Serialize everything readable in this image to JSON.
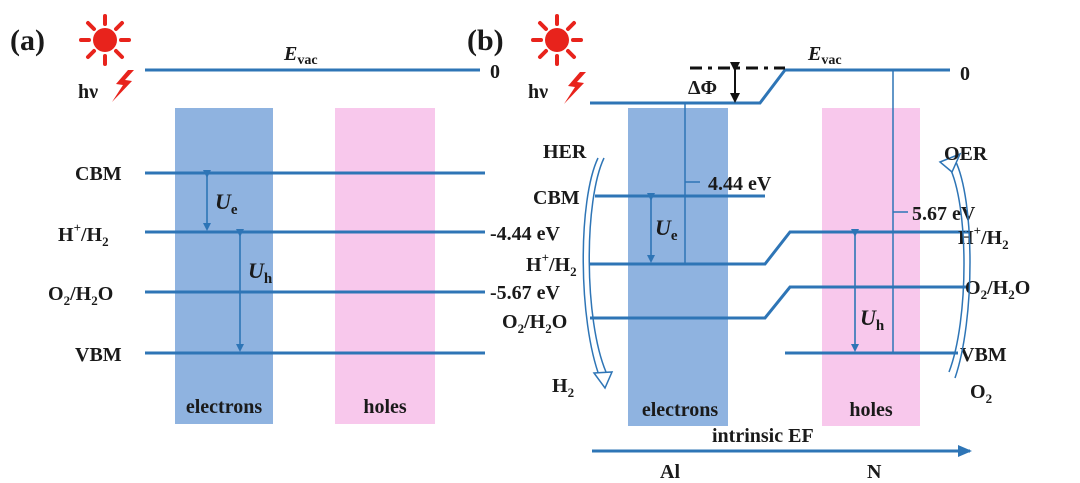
{
  "colors": {
    "line": "#2e75b6",
    "electron_band": "#8fb3e0",
    "hole_band": "#f8c8ec",
    "sun": "#e8231c",
    "text": "#1a1a1a"
  },
  "panel_a": {
    "label": "(a)",
    "hv": "hν",
    "evac_main": "E",
    "evac_sub": "vac",
    "zero": "0",
    "levels": {
      "cbm": "CBM",
      "h_plus": "H",
      "plus": "+",
      "slash_h": "/H",
      "two": "2",
      "o": "O",
      "slash_h2o_a": "/H",
      "h2o_o": "O",
      "vbm": "VBM"
    },
    "energies": {
      "e1": "-4.44 eV",
      "e2": "-5.67 eV"
    },
    "ue_main": "U",
    "ue_sub": "e",
    "uh_main": "U",
    "uh_sub": "h",
    "band_electrons": "electrons",
    "band_holes": "holes"
  },
  "panel_b": {
    "label": "(b)",
    "hv": "hν",
    "delta_phi": "ΔΦ",
    "evac_main": "E",
    "evac_sub": "vac",
    "zero": "0",
    "her": "HER",
    "oer": "OER",
    "h2_main": "H",
    "h2_sub": "2",
    "o2_main": "O",
    "o2_sub": "2",
    "cbm": "CBM",
    "vbm": "VBM",
    "h_plus": "H",
    "plus": "+",
    "slash_h": "/H",
    "two": "2",
    "o": "O",
    "h2o_o": "O",
    "e_444": "4.44 eV",
    "e_567": "5.67 eV",
    "ue_main": "U",
    "ue_sub": "e",
    "uh_main": "U",
    "uh_sub": "h",
    "band_electrons": "electrons",
    "band_holes": "holes",
    "ef": "intrinsic EF",
    "al": "Al",
    "n": "N"
  }
}
